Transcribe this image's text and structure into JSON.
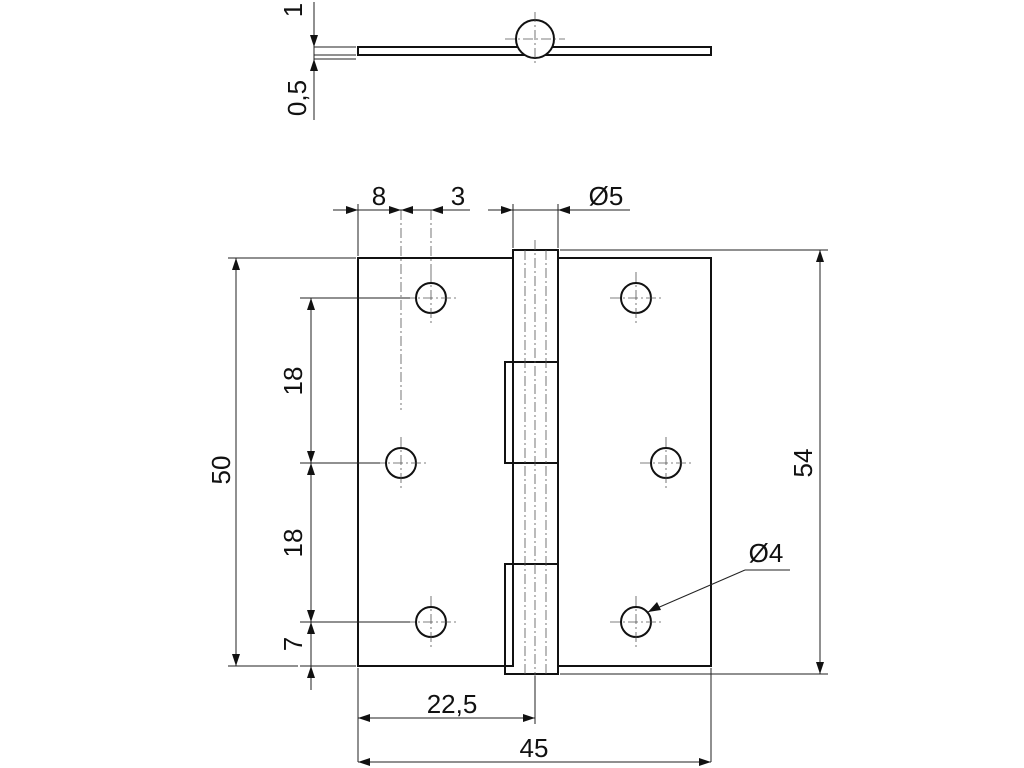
{
  "drawing": {
    "side_view": {
      "thickness_label": "1",
      "offset_label": "0,5"
    },
    "front_view": {
      "hole_spacing_label": "8",
      "hole_offset_label": "3",
      "pin_diameter_label": "Ø5",
      "pitch_upper_label": "18",
      "pitch_lower_label": "18",
      "bottom_offset_label": "7",
      "leaf_height_label": "50",
      "total_height_label": "54",
      "hole_diameter_label": "Ø4",
      "half_width_label": "22,5",
      "total_width_label": "45"
    }
  }
}
